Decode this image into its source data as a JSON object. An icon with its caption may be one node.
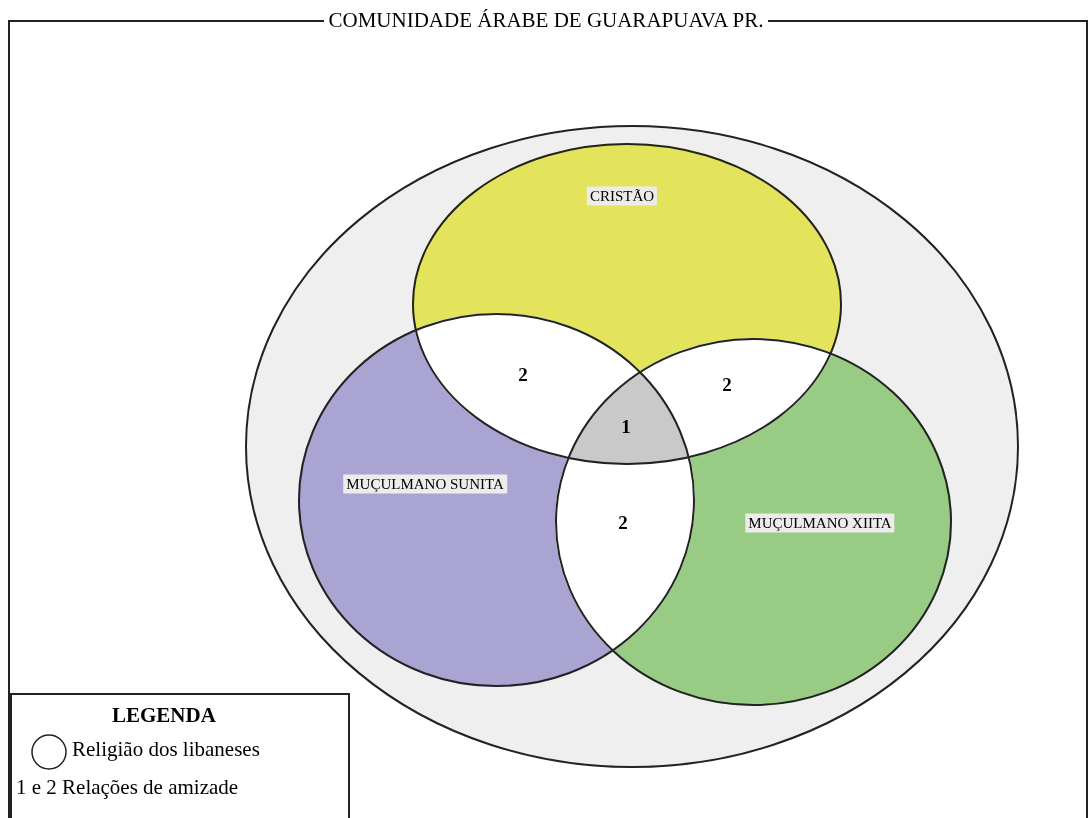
{
  "diagram": {
    "title": "COMUNIDADE ÁRABE DE GUARAPUAVA PR.",
    "nodes": [
      {
        "text": [],
        "shape": "circle"
      },
      {
        "text": [
          "CRISTÃO"
        ],
        "in": 0
      },
      {
        "text": [
          "MUÇULMANO SUNITA"
        ],
        "in": 0
      },
      {
        "text": [
          "MUÇULMANO XIITA"
        ],
        "in": 0
      }
    ],
    "edges": [],
    "labels": [
      "2",
      "2",
      "1",
      "2",
      "LEGENDA"
    ],
    "legend": [
      {
        "text": "Religião dos libaneses"
      },
      {
        "text": "1 e 2 Relações de amizade"
      }
    ]
  }
}
